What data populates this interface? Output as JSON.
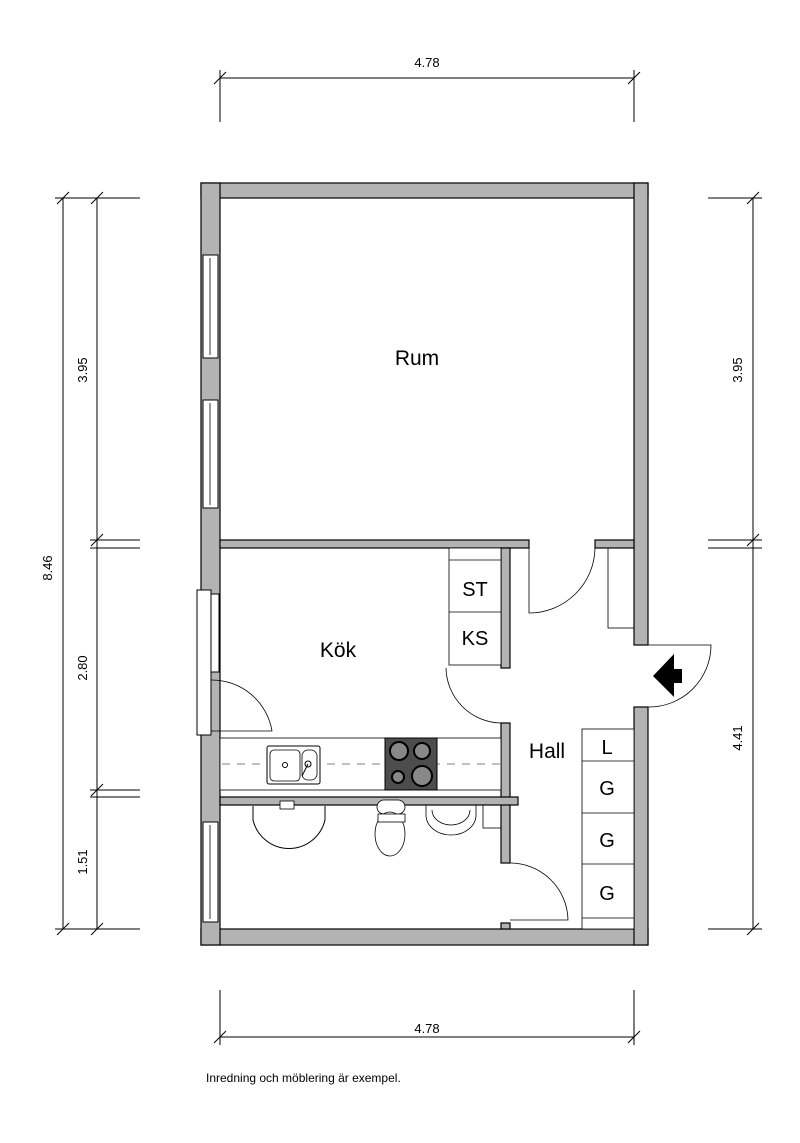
{
  "dimensions": {
    "top_width": "4.78",
    "bottom_width": "4.78",
    "left_total": "8.46",
    "left_segments": [
      "3.95",
      "2.80",
      "1.51"
    ],
    "right_segments": [
      "3.95",
      "4.41"
    ]
  },
  "rooms": {
    "rum": "Rum",
    "kok": "Kök",
    "hall": "Hall"
  },
  "fixtures": {
    "st": "ST",
    "ks": "KS",
    "l": "L",
    "g": [
      "G",
      "G",
      "G"
    ]
  },
  "note": "Inredning och möblering är exempel.",
  "colors": {
    "wall": "#b3b3b3",
    "stove": "#4d4d4d"
  }
}
